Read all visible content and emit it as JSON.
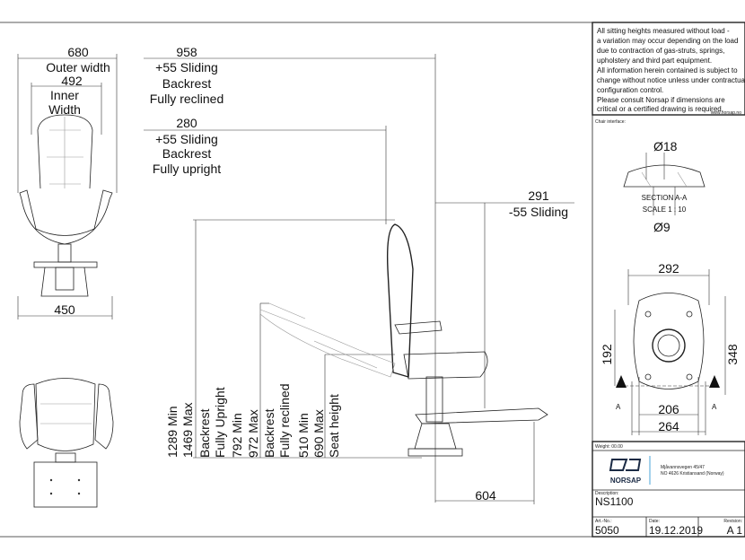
{
  "notes": {
    "lines": [
      "All sitting heights measured without load -",
      "a variation may occur depending on the load",
      "due to contraction of gas-struts, springs,",
      "upholstery and third part equipment.",
      "All information herein contained is subject to",
      "change without notice unless under contractual",
      "configuration control.",
      "Please consult Norsap if dimensions are",
      "critical or a certified drawing is required."
    ],
    "website": "www.norsap.no"
  },
  "chair_interface": {
    "label": "Chair interface:",
    "dia_top": "Ø18",
    "section": "SECTION A-A",
    "scale": "SCALE 1 : 10",
    "dia_bottom": "Ø9",
    "width_292": "292",
    "height_192": "192",
    "height_348": "348",
    "width_206": "206",
    "width_264": "264",
    "section_mark": "A"
  },
  "front_view": {
    "outer_width_value": "680",
    "outer_width_label": "Outer width",
    "inner_width_value": "492",
    "inner_label_1": "Inner",
    "inner_label_2": "Width",
    "base_width": "450"
  },
  "side_view": {
    "reclined": [
      "958",
      "+55 Sliding",
      "Backrest",
      "Fully reclined"
    ],
    "upright": [
      "280",
      "+55 Sliding",
      "Backrest",
      "Fully upright"
    ],
    "sliding_minus": [
      "291",
      "-55 Sliding"
    ],
    "base_depth": "604",
    "vertical_labels": [
      "1289 Min",
      "1469 Max",
      "Backrest",
      "Fully Upright",
      "792 Min",
      "972 Max",
      "Backrest",
      "Fully reclined",
      "510 Min",
      "690 Max",
      "Seat height"
    ]
  },
  "title_block": {
    "weight": "Weight: 00.00",
    "brand": "NORSAP",
    "address_1": "Mjåvannsvegen 45/47",
    "address_2": "NO 4626  Kristiansand (Norway)",
    "description_label": "Description:",
    "description": "NS1100",
    "art_no_label": "Art.-No.:",
    "art_no": "5050",
    "date_label": "Date:",
    "date": "19.12.2019",
    "revision_label": "Revision:",
    "revision": "A 1"
  },
  "colors": {
    "accent": "#4aa3d8"
  }
}
